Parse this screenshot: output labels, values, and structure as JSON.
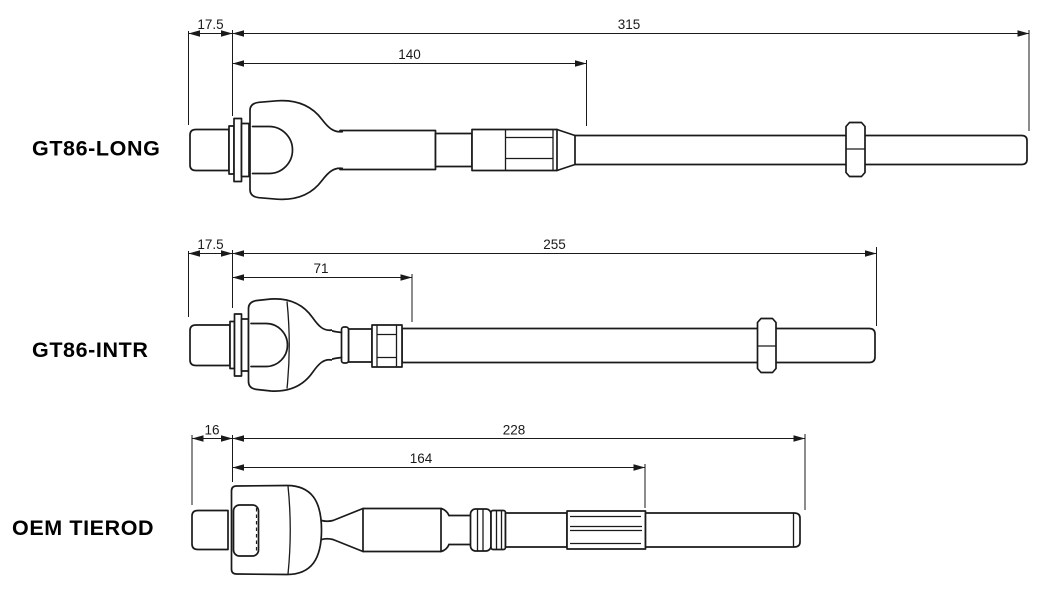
{
  "drawing": {
    "background": "#ffffff",
    "line_color": "#1a1a1a"
  },
  "diagrams": [
    {
      "id": "gt86-long",
      "label": "GT86-LONG",
      "dims": {
        "thread": "17.5",
        "overall": "315",
        "inner": "140"
      }
    },
    {
      "id": "gt86-intr",
      "label": "GT86-INTR",
      "dims": {
        "thread": "17.5",
        "overall": "255",
        "inner": "71"
      }
    },
    {
      "id": "oem-tierod",
      "label": "OEM TIEROD",
      "dims": {
        "thread": "16",
        "overall": "228",
        "inner": "164"
      }
    }
  ]
}
